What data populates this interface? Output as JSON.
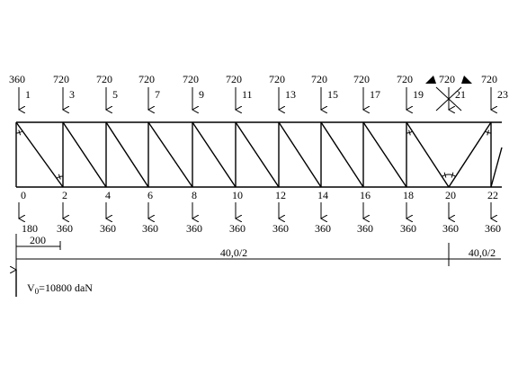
{
  "top_loads": [
    {
      "load": "360",
      "node": "1"
    },
    {
      "load": "720",
      "node": "3"
    },
    {
      "load": "720",
      "node": "5"
    },
    {
      "load": "720",
      "node": "7"
    },
    {
      "load": "720",
      "node": "9"
    },
    {
      "load": "720",
      "node": "11"
    },
    {
      "load": "720",
      "node": "13"
    },
    {
      "load": "720",
      "node": "15"
    },
    {
      "load": "720",
      "node": "17"
    },
    {
      "load": "720",
      "node": "19"
    },
    {
      "load": "720",
      "node": "21"
    },
    {
      "load": "720",
      "node": "23"
    }
  ],
  "bottom_loads": [
    {
      "node": "0",
      "load": "180"
    },
    {
      "node": "2",
      "load": "360"
    },
    {
      "node": "4",
      "load": "360"
    },
    {
      "node": "6",
      "load": "360"
    },
    {
      "node": "8",
      "load": "360"
    },
    {
      "node": "10",
      "load": "360"
    },
    {
      "node": "12",
      "load": "360"
    },
    {
      "node": "14",
      "load": "360"
    },
    {
      "node": "16",
      "load": "360"
    },
    {
      "node": "18",
      "load": "360"
    },
    {
      "node": "20",
      "load": "360"
    },
    {
      "node": "22",
      "load": "360"
    }
  ],
  "dimensions": {
    "panel": "200",
    "half_left": "40,0/2",
    "half_right": "40,0/2"
  },
  "reaction": {
    "label": "V",
    "subscript": "0",
    "value": "=10800 daN"
  }
}
